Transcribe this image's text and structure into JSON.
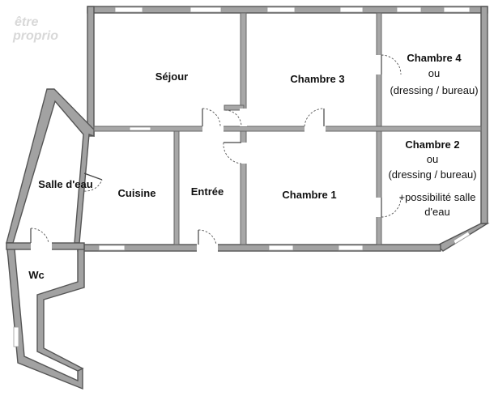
{
  "watermark": {
    "line1": "être",
    "line2": "proprio"
  },
  "rooms": {
    "sejour": "Séjour",
    "chambre3": "Chambre 3",
    "chambre4": {
      "title": "Chambre 4",
      "line2": "ou",
      "line3": "(dressing / bureau)"
    },
    "chambre2": {
      "title": "Chambre 2",
      "line2": "ou",
      "line3": "(dressing / bureau)",
      "line4": "+possibilité salle",
      "line5": "d'eau"
    },
    "salle_eau": "Salle d'eau",
    "cuisine": "Cuisine",
    "entree": "Entrée",
    "chambre1": "Chambre 1",
    "wc": "Wc"
  },
  "colors": {
    "wall_fill": "#a2a2a2",
    "wall_stroke": "#555555",
    "background": "#ffffff"
  }
}
